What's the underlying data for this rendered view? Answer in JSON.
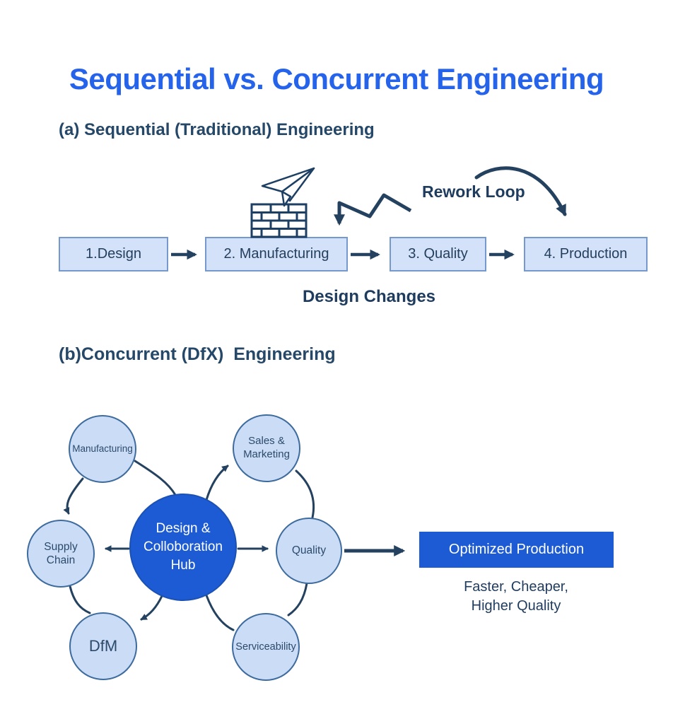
{
  "page": {
    "title": "Sequential vs. Concurrent Engineering"
  },
  "colors": {
    "title_blue": "#2563eb",
    "primary_blue": "#1d5bd4",
    "light_circle_fill": "#cbddf6",
    "flow_box_fill": "#d3e2f8",
    "flow_box_border": "#7598cd",
    "circle_border": "#3e6b9d",
    "navy_ink": "#24425f"
  },
  "icons": {
    "paper_plane": "paper-plane-icon",
    "brick_wall": "brick-wall-icon"
  },
  "section_a": {
    "heading": "(a) Sequential (Traditional) Engineering",
    "flow_boxes": [
      {
        "label": "1.Design"
      },
      {
        "label": "2. Manufacturing"
      },
      {
        "label": "3. Quality"
      },
      {
        "label": "4. Production"
      }
    ],
    "rework_loop_label": "Rework Loop",
    "design_changes_label": "Design Changes"
  },
  "section_b": {
    "heading": "(b)Concurrent (DfX)  Engineering",
    "hub": {
      "line1": "Design &",
      "line2": "Colloboration",
      "line3": "Hub"
    },
    "satellites": {
      "manufacturing": "Manufacturing",
      "sales_marketing": {
        "line1": "Sales &",
        "line2": "Marketing"
      },
      "supply_chain": "Supply Chain",
      "quality": "Quality",
      "dfm": "DfM",
      "serviceability": "Serviceability"
    },
    "result_box_label": "Optimized Production",
    "result_caption": {
      "line1": "Faster, Cheaper,",
      "line2": "Higher Quality"
    }
  }
}
